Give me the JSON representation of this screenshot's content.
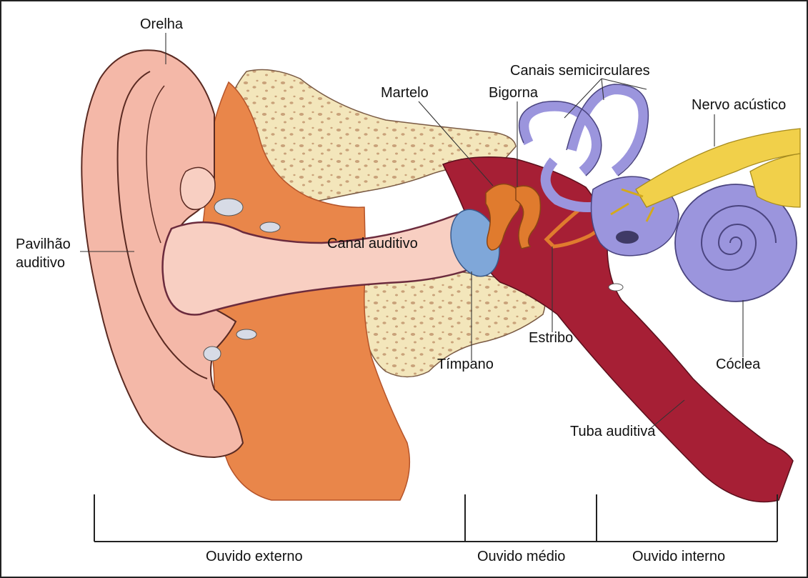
{
  "diagram": {
    "labels": {
      "orelha": "Orelha",
      "pavilhao_line1": "Pavilhão",
      "pavilhao_line2": "auditivo",
      "canal": "Canal auditivo",
      "martelo": "Martelo",
      "bigorna": "Bigorna",
      "canais": "Canais semicirculares",
      "nervo": "Nervo acústico",
      "timpano": "Tímpano",
      "estribo": "Estribo",
      "coclea": "Cóclea",
      "tuba": "Tuba auditiva"
    },
    "sections": {
      "externo": "Ouvido externo",
      "medio": "Ouvido médio",
      "interno": "Ouvido interno"
    },
    "colors": {
      "skin": "#f4b8a8",
      "skin_light": "#f8cfc2",
      "tissue_orange": "#e9864a",
      "bone": "#f3e6bb",
      "bone_dots": "#c9a27a",
      "middle_ear": "#a61f35",
      "eardrum": "#7fa7d9",
      "ossicles": "#e07b2e",
      "inner_ear": "#9b95dd",
      "nerve": "#f1d04a"
    }
  }
}
